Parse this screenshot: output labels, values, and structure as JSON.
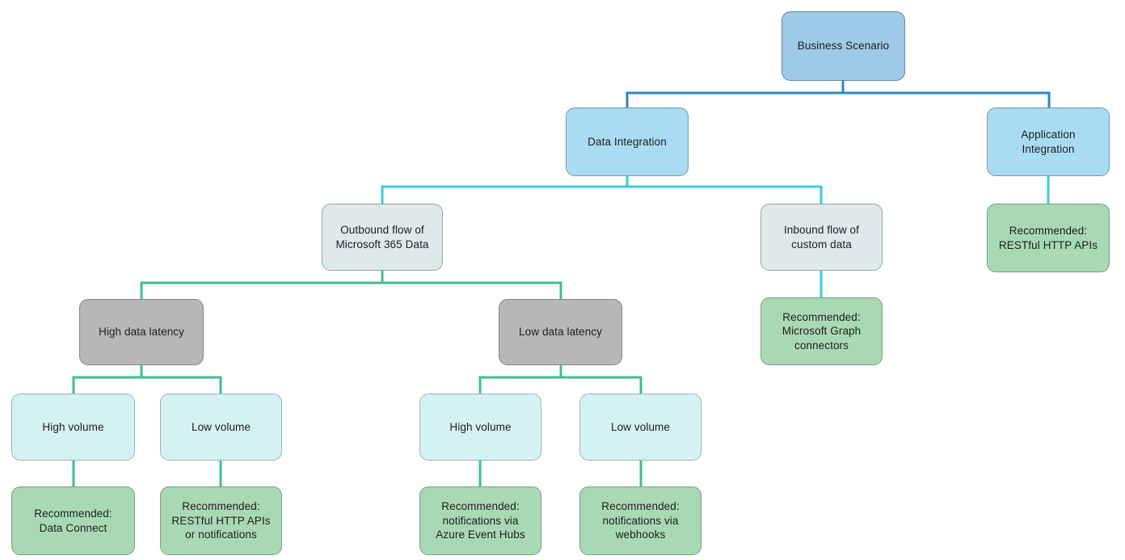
{
  "diagram_type": "decision-tree",
  "nodes": {
    "business_scenario": {
      "label": "Business Scenario"
    },
    "data_integration": {
      "label": "Data Integration"
    },
    "application_integration": {
      "label": "Application\nIntegration"
    },
    "outbound_flow": {
      "label": "Outbound flow of\nMicrosoft 365 Data"
    },
    "inbound_flow": {
      "label": "Inbound flow of\ncustom data"
    },
    "rec_restful_apis": {
      "label": "Recommended:\nRESTful HTTP APIs"
    },
    "high_data_latency": {
      "label": "High data latency"
    },
    "low_data_latency": {
      "label": "Low data latency"
    },
    "rec_graph_connectors": {
      "label": "Recommended:\nMicrosoft Graph\nconnectors"
    },
    "high_volume_left": {
      "label": "High volume"
    },
    "low_volume_left": {
      "label": "Low volume"
    },
    "high_volume_right": {
      "label": "High volume"
    },
    "low_volume_right": {
      "label": "Low volume"
    },
    "rec_data_connect": {
      "label": "Recommended:\nData Connect"
    },
    "rec_restful_or_notifications": {
      "label": "Recommended:\nRESTful HTTP APIs\nor notifications"
    },
    "rec_azure_event_hubs": {
      "label": "Recommended:\nnotifications via\nAzure Event Hubs"
    },
    "rec_webhooks": {
      "label": "Recommended:\nnotifications via\nwebhooks"
    }
  },
  "colors": {
    "connector_level1_blue": "#2e86c6",
    "connector_level2_cyan": "#3bcbde",
    "connector_level3_green": "#41bd92",
    "root_fill": "#9ecae8",
    "integration_fill": "#a8dcf2",
    "flow_fill": "#dee9e9",
    "latency_fill": "#b7b7b7",
    "volume_fill": "#d4f1f3",
    "recommended_fill": "#a8d9b4",
    "text": "#1f1f1f",
    "background": "#ffffff"
  }
}
